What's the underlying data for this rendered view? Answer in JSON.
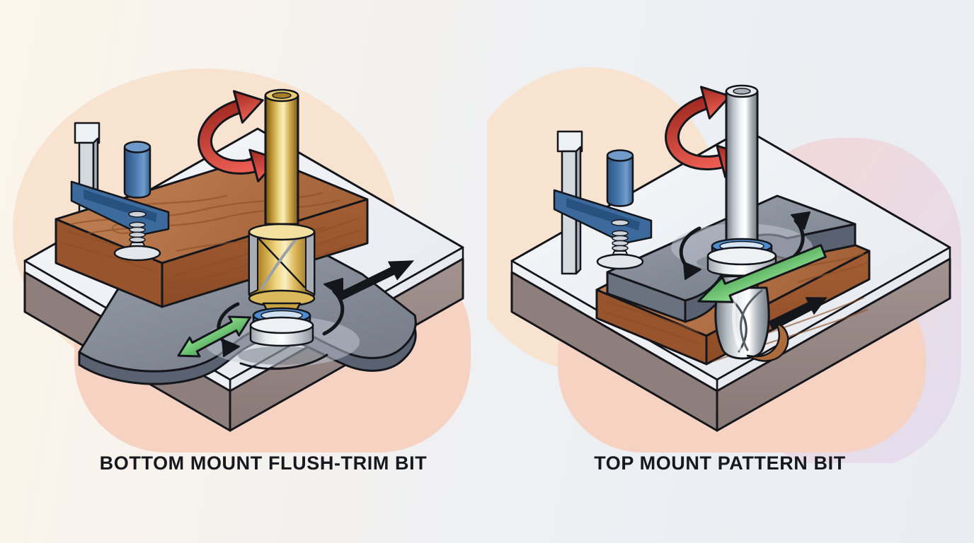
{
  "figure": {
    "panels": [
      {
        "id": "flush-trim",
        "caption": "BOTTOM MOUNT FLUSH-TRIM BIT",
        "elements": [
          "workbench",
          "gray-template-under-wood",
          "wood-workpiece",
          "blue-f-clamp",
          "gold-flush-trim-bit",
          "bottom-bearing"
        ]
      },
      {
        "id": "pattern",
        "caption": "TOP MOUNT PATTERN BIT",
        "elements": [
          "workbench",
          "wood-workpiece",
          "gray-template-on-top",
          "blue-f-clamp",
          "steel-pattern-bit",
          "top-bearing",
          "wood-chip-curl"
        ]
      }
    ]
  },
  "icons": {
    "rotation_arrow": "red-curved-rotation-arrow-icon",
    "bearing_rotation": "black-curved-bearing-rotation-arrow-icon",
    "template_follow": "green-follow-direction-arrow-icon",
    "feed_direction": "black-feed-direction-arrow-icon"
  },
  "colors": {
    "background_cream": "#fcf5ea",
    "background_bluegray": "#e9ecf2",
    "blob_peach": "#f7e3d0",
    "blob_salmon": "#f6d2c2",
    "blob_lavender": "#e9d9e4",
    "bench_top": "#f2f4f7",
    "bench_side": "#998884",
    "template_gray": "#8d95a1",
    "template_side": "#5a6170",
    "wood_top": "#b5744a",
    "wood_front": "#a05c32",
    "bit_gold": "#d9b254",
    "bit_steel": "#c6ccd2",
    "bearing_blue": "#3f7fc4",
    "clamp_blue": "#3c6a9d",
    "arrow_red": "#d9453a",
    "arrow_green": "#6fcf73",
    "outline_black": "#14161c",
    "caption_text": "#17191e"
  }
}
